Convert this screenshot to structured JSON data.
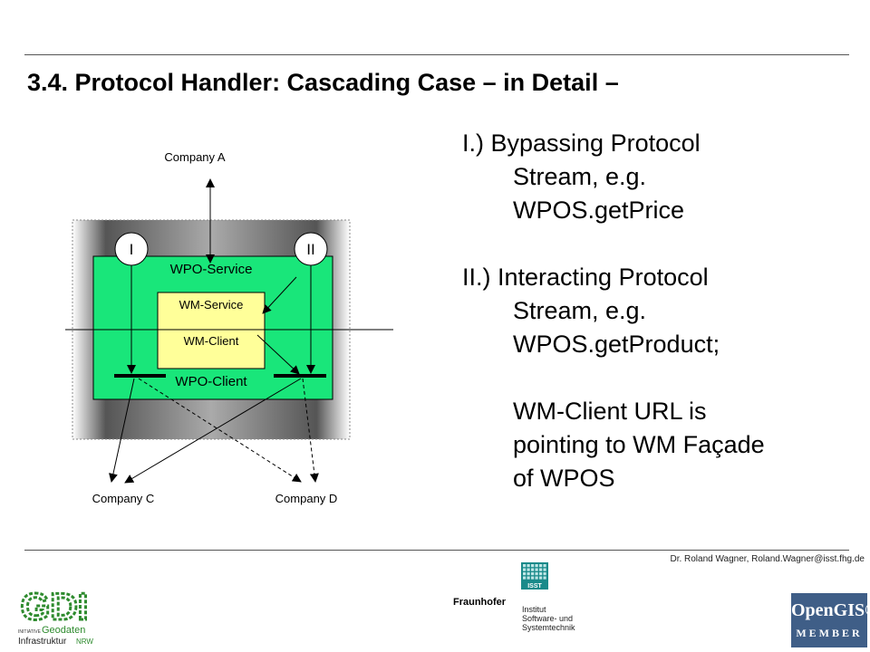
{
  "title": "3.4. Protocol Handler: Cascading Case – in Detail –",
  "diagram": {
    "company_a": "Company A",
    "company_c": "Company C",
    "company_d": "Company D",
    "marker_i": "I",
    "marker_ii": "II",
    "wpo_service": "WPO-Service",
    "wm_service": "WM-Service",
    "wm_client": "WM-Client",
    "wpo_client": "WPO-Client"
  },
  "points": [
    {
      "first": "I.) Bypassing Protocol",
      "cont": [
        "Stream, e.g.",
        "WPOS.getPrice"
      ]
    },
    {
      "first": "II.) Interacting Protocol",
      "cont": [
        "Stream, e.g.",
        "WPOS.getProduct;",
        "",
        "WM-Client URL is",
        "pointing to WM Façade",
        "of WPOS"
      ]
    }
  ],
  "footer": {
    "credit": "Dr. Roland Wagner, Roland.Wagner@isst.fhg.de",
    "fraunhofer": "Fraunhofer",
    "isst": "ISST",
    "institut_lines": [
      "Institut",
      "Software- und",
      "Systemtechnik"
    ],
    "gdi_logo_text": "GDI",
    "gdi_tagline": [
      "INITIATIVE",
      "Geodaten",
      "Infrastruktur",
      "NRW"
    ],
    "opengis_top": "OpenGIS®",
    "opengis_bottom": "MEMBER"
  },
  "colors": {
    "green": "#19e67a",
    "wm_box": "#ffff99",
    "gdi_green": "#2e8b2e"
  }
}
